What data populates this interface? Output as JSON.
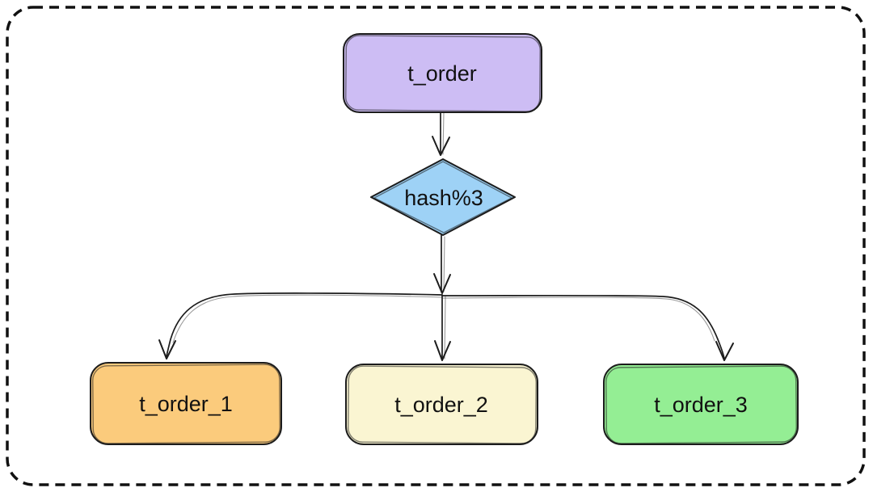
{
  "diagram": {
    "type": "flowchart",
    "stroke_color": "#1c1c1c",
    "frame": {
      "style": "dashed",
      "border_color": "#111111"
    },
    "nodes": {
      "source": {
        "label": "t_order",
        "shape": "rounded-rect",
        "fill": "#cdbdf4"
      },
      "decision": {
        "label": "hash%3",
        "shape": "diamond",
        "fill": "#9ed2f6"
      },
      "shard1": {
        "label": "t_order_1",
        "shape": "rounded-rect",
        "fill": "#fbcb7c"
      },
      "shard2": {
        "label": "t_order_2",
        "shape": "rounded-rect",
        "fill": "#faf5d2"
      },
      "shard3": {
        "label": "t_order_3",
        "shape": "rounded-rect",
        "fill": "#94ee94"
      }
    },
    "edges": [
      {
        "from": "t_order",
        "to": "hash%3"
      },
      {
        "from": "hash%3",
        "to": "t_order_1"
      },
      {
        "from": "hash%3",
        "to": "t_order_2"
      },
      {
        "from": "hash%3",
        "to": "t_order_3"
      }
    ]
  }
}
